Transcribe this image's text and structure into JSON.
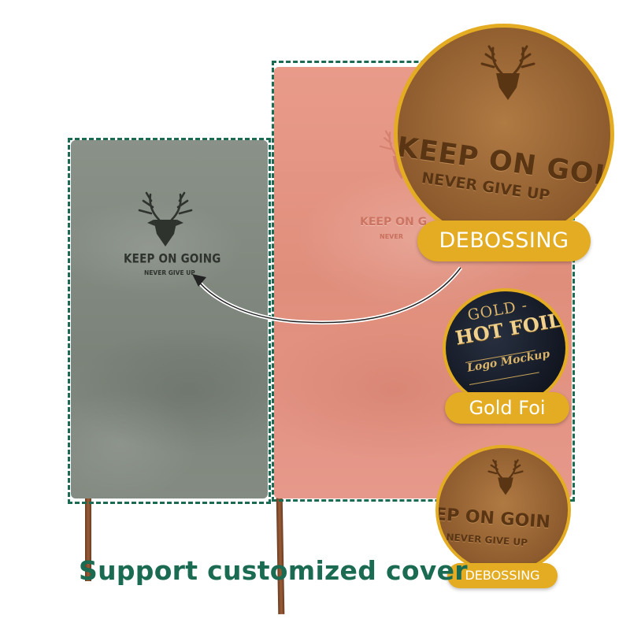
{
  "colors": {
    "frame": "#1a6b52",
    "badge": "#e3ac22",
    "grey_cover": "#848b82",
    "pink_cover": "#e6988a",
    "leather": "#8c5a2d"
  },
  "grey_notebook": {
    "title": "KEEP ON GOING",
    "subtitle": "NEVER GIVE UP",
    "icon": "deer-head-icon"
  },
  "pink_notebook": {
    "title": "KEEP ON G",
    "subtitle": "NEVER",
    "icon": "deer-head-icon"
  },
  "callouts": [
    {
      "image_text": [
        "KEEP ON GOIN",
        "NEVER GIVE UP"
      ],
      "label": "DEBOSSING"
    },
    {
      "image_text": [
        "GOLD -",
        "HOT FOIL",
        "Logo Mockup"
      ],
      "label": "Gold Foi"
    },
    {
      "image_text": [
        "EP ON GOIN",
        "NEVER GIVE UP"
      ],
      "label": "DEBOSSING"
    }
  ],
  "caption": "Support customized cover"
}
